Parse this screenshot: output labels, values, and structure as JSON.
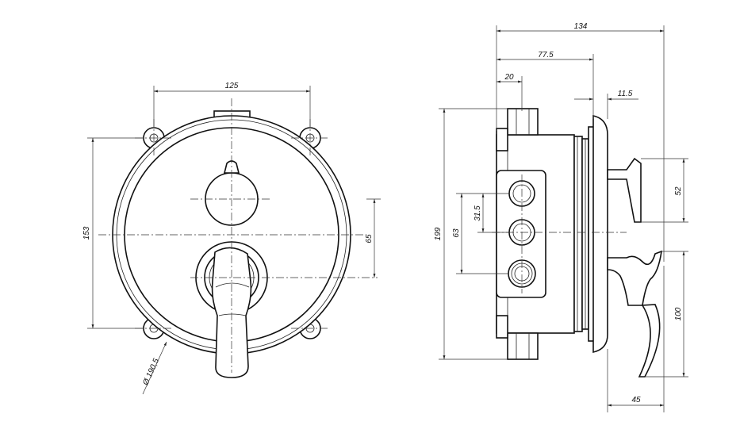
{
  "front_view": {
    "dims": {
      "width_125": "125",
      "height_153": "153",
      "offset_65": "65",
      "diameter": "Ø 190,5"
    }
  },
  "side_view": {
    "dims": {
      "depth_134": "134",
      "depth_77_5": "77.5",
      "offset_20": "20",
      "plate_11_5": "11.5",
      "height_199": "199",
      "port_63": "63",
      "port_31_5": "31.5",
      "diverter_52": "52",
      "lever_100": "100",
      "lever_45": "45"
    }
  }
}
